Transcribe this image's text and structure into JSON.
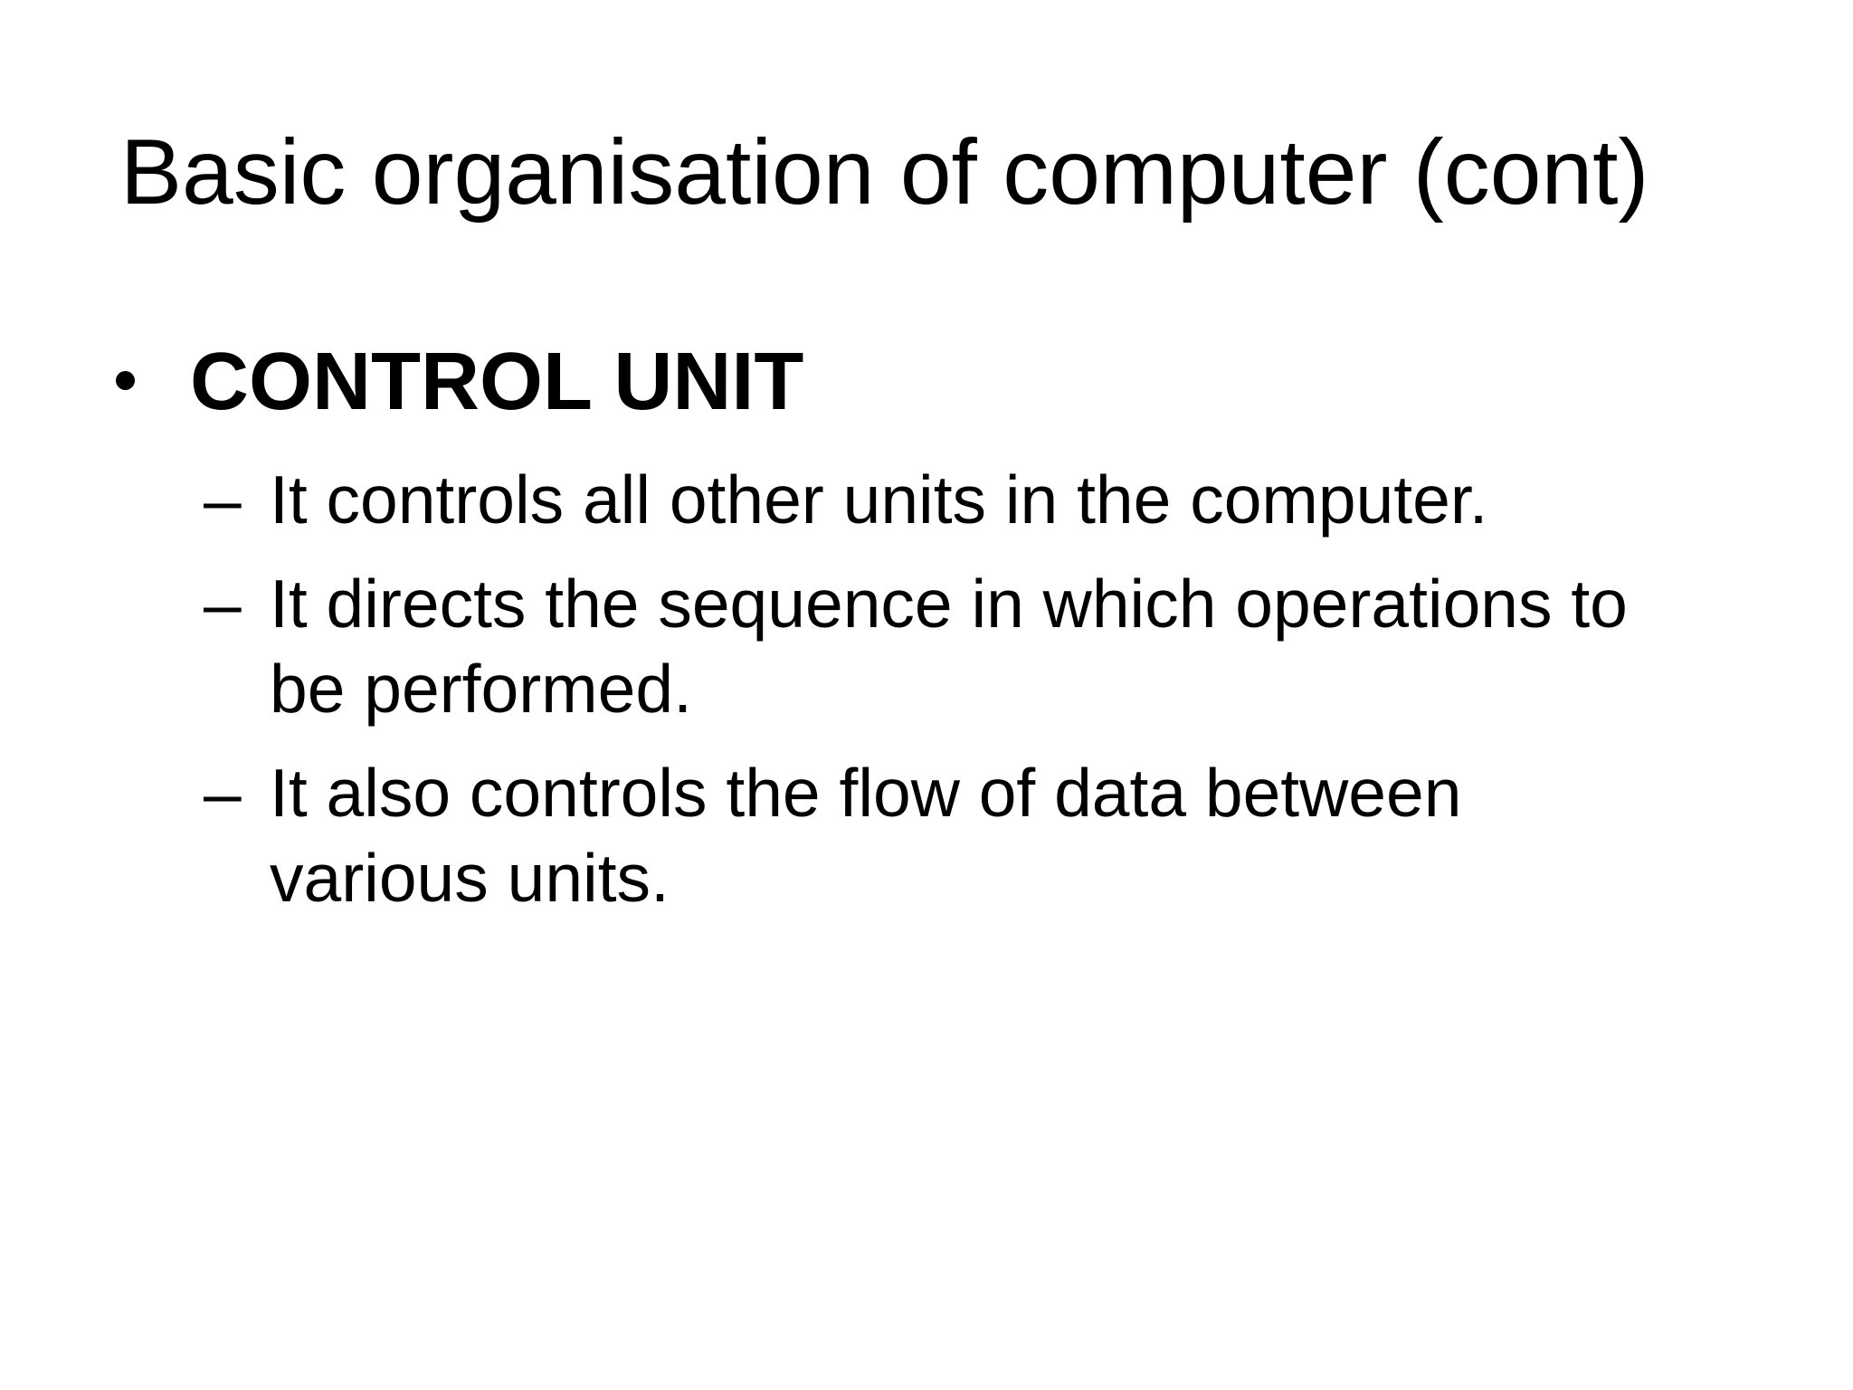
{
  "slide": {
    "title": "Basic organisation of computer (cont)",
    "bullet": {
      "icon": "dot-bullet",
      "label": "CONTROL UNIT"
    },
    "sub_marker": "–",
    "sub_bullets": [
      {
        "text": "It controls all other units in the computer."
      },
      {
        "text": "It directs the sequence in which operations to be performed."
      },
      {
        "text": "It also controls the flow of data between various units."
      }
    ],
    "colors": {
      "background": "#ffffff",
      "text": "#000000"
    }
  }
}
